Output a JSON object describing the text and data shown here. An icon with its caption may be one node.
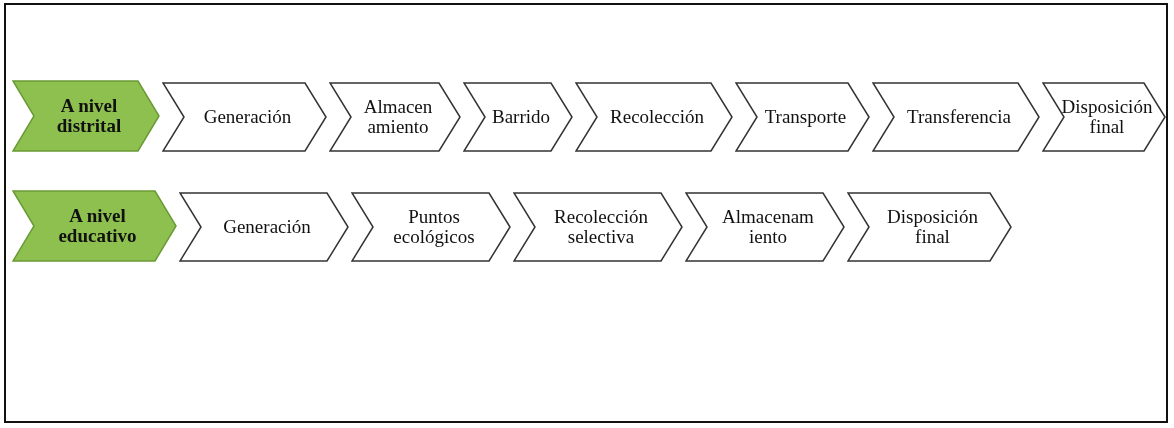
{
  "diagram": {
    "nodes": [
      {
        "text": [
          "A nivel distrital"
        ]
      },
      {
        "text": [
          "Generación"
        ]
      },
      {
        "text": [
          "Almacen amiento"
        ]
      },
      {
        "text": [
          "Barrido"
        ]
      },
      {
        "text": [
          "Recolección"
        ]
      },
      {
        "text": [
          "Transporte"
        ]
      },
      {
        "text": [
          "Transferencia"
        ]
      },
      {
        "text": [
          "Disposición final"
        ]
      },
      {
        "text": [
          "A nivel educativo"
        ]
      },
      {
        "text": [
          "Generación"
        ]
      },
      {
        "text": [
          "Puntos ecológicos"
        ]
      },
      {
        "text": [
          "Recolección selectiva"
        ]
      },
      {
        "text": [
          "Almacenam iento"
        ]
      },
      {
        "text": [
          "Disposición final"
        ]
      }
    ]
  }
}
